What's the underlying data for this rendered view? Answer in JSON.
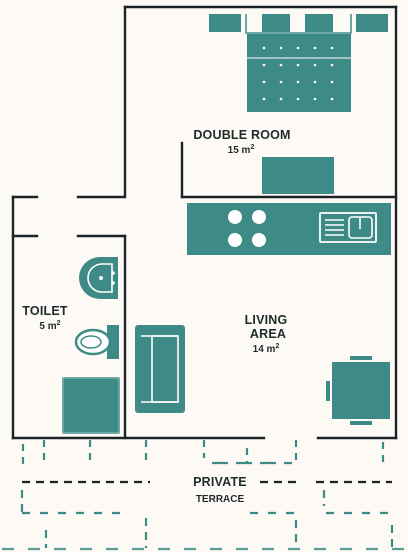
{
  "rooms": {
    "double_room": {
      "name": "DOUBLE ROOM",
      "area_num": "15 m",
      "area_sup": "2"
    },
    "toilet": {
      "name": "TOILET",
      "area_num": "5 m",
      "area_sup": "2"
    },
    "living": {
      "name_line1": "LIVING",
      "name_line2": "AREA",
      "area_num": "14 m",
      "area_sup": "2"
    },
    "terrace": {
      "name_line1": "PRIVATE",
      "name_line2": "TERRACE"
    }
  },
  "colors": {
    "furniture": "#3e8a87",
    "wall": "#1b2326",
    "background": "#fdfaf6"
  }
}
